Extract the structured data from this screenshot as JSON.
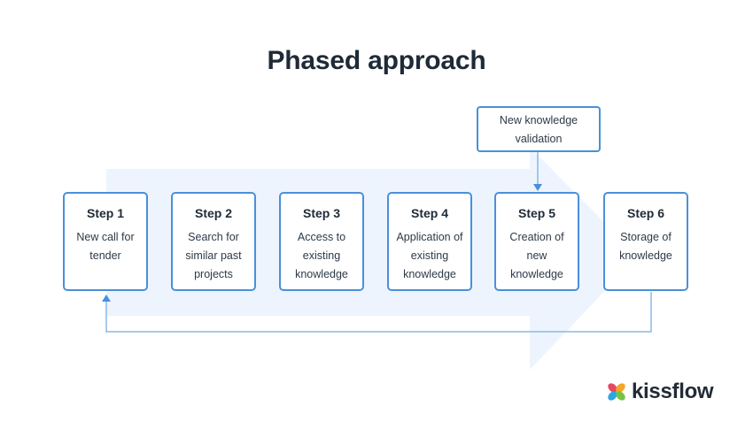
{
  "title": "Phased approach",
  "validation": {
    "label": "New knowledge validation"
  },
  "steps": [
    {
      "title": "Step 1",
      "desc": "New call for tender"
    },
    {
      "title": "Step 2",
      "desc": "Search for similar past projects"
    },
    {
      "title": "Step 3",
      "desc": "Access to existing knowledge"
    },
    {
      "title": "Step 4",
      "desc": "Application of existing knowledge"
    },
    {
      "title": "Step 5",
      "desc": "Creation of new knowledge"
    },
    {
      "title": "Step 6",
      "desc": "Storage of knowledge"
    }
  ],
  "logo": {
    "name": "kissflow",
    "colors": [
      "#e8485f",
      "#f5a623",
      "#2ea7e0",
      "#7ac143"
    ]
  },
  "colors": {
    "box_border": "#4a90d9",
    "arrow_fill": "#eef4fd",
    "connector": "#8ab8e6",
    "title": "#1f2a37"
  }
}
